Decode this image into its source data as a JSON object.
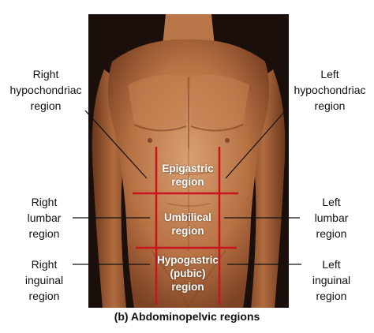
{
  "colors": {
    "grid_line": "#c8141e",
    "skin_light": "#d59a6a",
    "skin_dark": "#8e4f2c",
    "background_photo": "#1a0f0a",
    "pointer_line": "#111111"
  },
  "labels": {
    "right_hypochondriac": "Right\nhypochondriac\nregion",
    "left_hypochondriac": "Left\nhypochondriac\nregion",
    "right_lumbar": "Right\nlumbar\nregion",
    "left_lumbar": "Left\nlumbar\nregion",
    "right_inguinal": "Right\ninguinal\nregion",
    "left_inguinal": "Left\ninguinal\nregion"
  },
  "regions": {
    "epigastric": "Epigastric\nregion",
    "umbilical": "Umbilical\nregion",
    "hypogastric": "Hypogastric\n(pubic)\nregion"
  },
  "caption": "(b) Abdominopelvic regions"
}
